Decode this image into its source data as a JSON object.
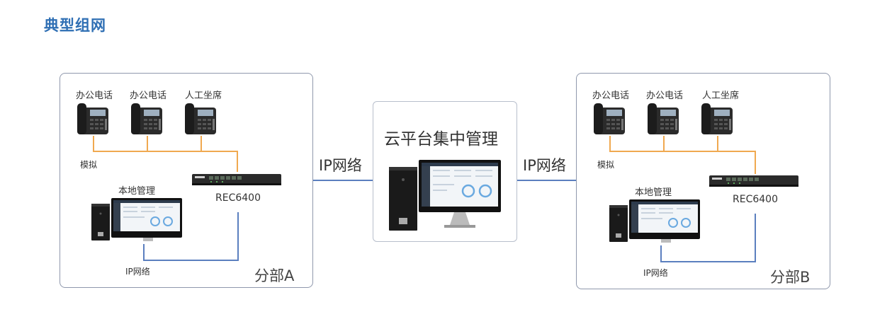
{
  "title": "典型组网",
  "branch_a": {
    "phones": [
      {
        "label": "办公电话"
      },
      {
        "label": "办公电话"
      },
      {
        "label": "人工坐席"
      }
    ],
    "analog_label": "模拟",
    "local_mgmt_label": "本地管理",
    "device_label": "REC6400",
    "ip_label": "IP网络",
    "branch_label": "分部A"
  },
  "branch_b": {
    "phones": [
      {
        "label": "办公电话"
      },
      {
        "label": "办公电话"
      },
      {
        "label": "人工坐席"
      }
    ],
    "analog_label": "模拟",
    "local_mgmt_label": "本地管理",
    "device_label": "REC6400",
    "ip_label": "IP网络",
    "branch_label": "分部B"
  },
  "cloud": {
    "title": "云平台集中管理"
  },
  "links": {
    "left_ip": "IP网络",
    "right_ip": "IP网络"
  },
  "colors": {
    "title": "#2f6fb4",
    "analog_line": "#f0a950",
    "ip_line": "#5b7fbf",
    "panel_border": "#8f98ac"
  }
}
